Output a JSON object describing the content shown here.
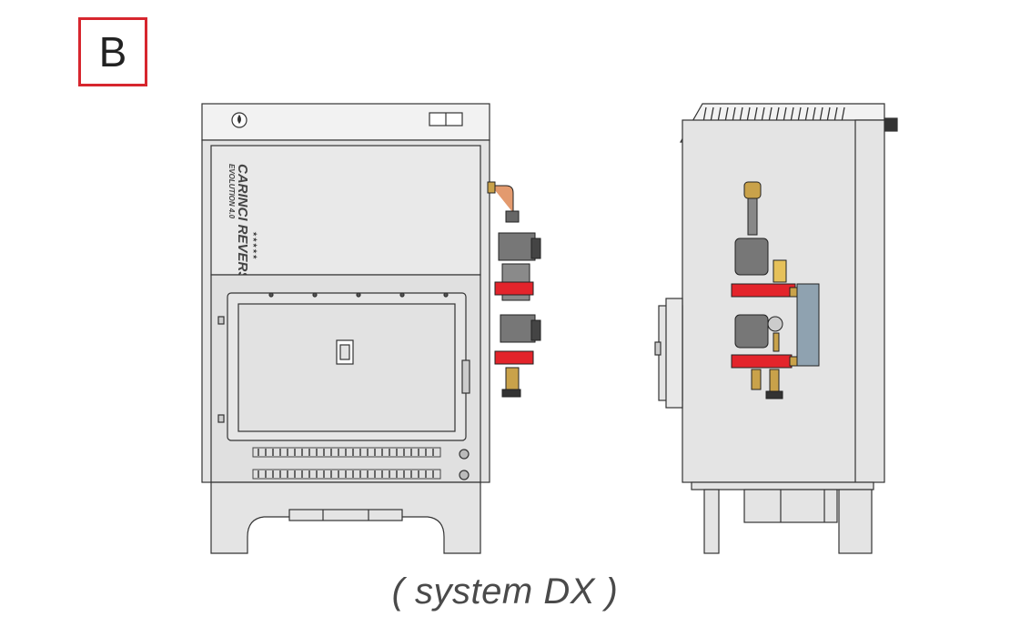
{
  "label": "B",
  "caption": "( system DX )",
  "brand": {
    "name": "CARINCI REVERSE",
    "subname": "EVOLUTION 4.0",
    "stars": "★★★★★"
  },
  "colors": {
    "accent_red": "#d7262e",
    "pipe_red": "#e3242b",
    "cabinet_grey": "#e4e4e4",
    "brass": "#c9a24a"
  }
}
